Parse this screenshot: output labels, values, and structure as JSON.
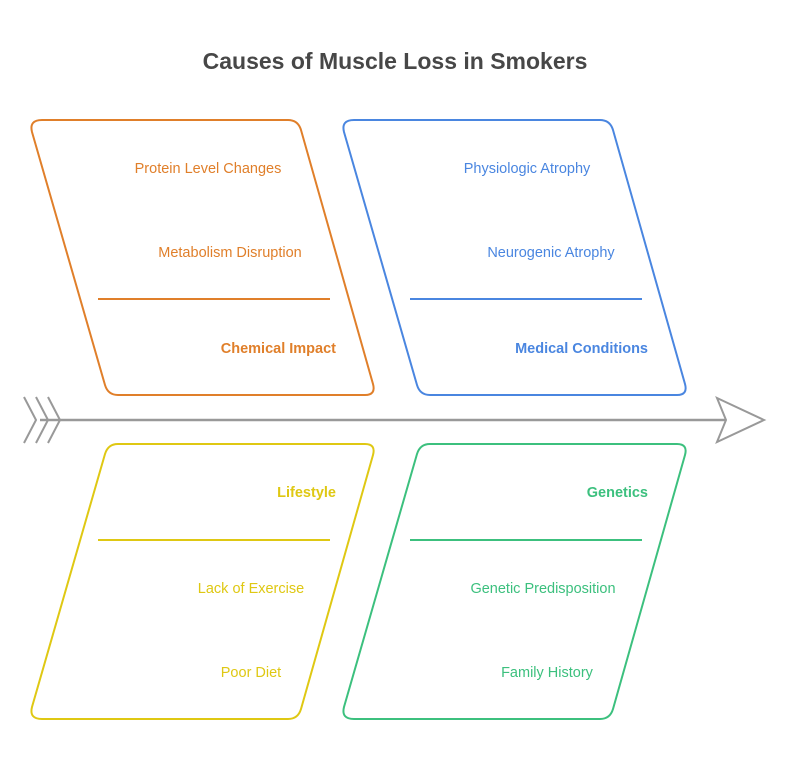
{
  "title": "Causes of Muscle Loss in Smokers",
  "spine_color": "#999999",
  "categories": [
    {
      "name": "Chemical Impact",
      "color": "#E07F2A",
      "position": "top-left",
      "causes": [
        "Protein Level Changes",
        "Metabolism Disruption"
      ]
    },
    {
      "name": "Medical Conditions",
      "color": "#4A86E0",
      "position": "top-right",
      "causes": [
        "Physiologic Atrophy",
        "Neurogenic Atrophy"
      ]
    },
    {
      "name": "Lifestyle",
      "color": "#DFC813",
      "position": "bottom-left",
      "causes": [
        "Lack of Exercise",
        "Poor Diet"
      ]
    },
    {
      "name": "Genetics",
      "color": "#3CC07E",
      "position": "bottom-right",
      "causes": [
        "Genetic Predisposition",
        "Family History"
      ]
    }
  ]
}
